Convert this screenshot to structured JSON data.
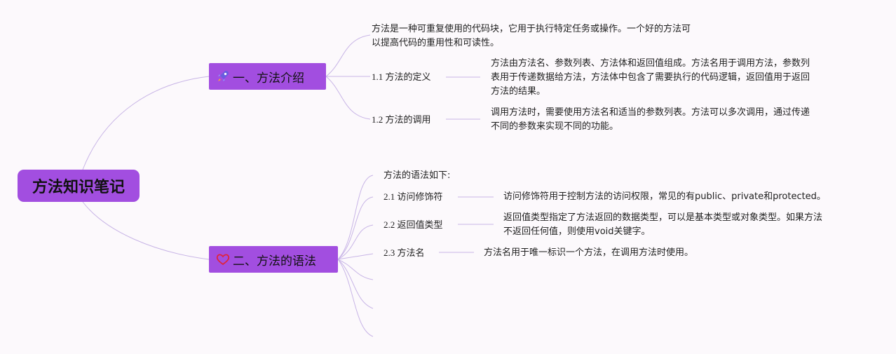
{
  "colors": {
    "accent": "#a24ee0",
    "line": "#c8b5e6",
    "background": "#fcf9fc"
  },
  "root": {
    "title": "方法知识笔记"
  },
  "branch1": {
    "title": "一、方法介绍",
    "icon": "rocket-icon",
    "intro_line1": "方法是一种可重复使用的代码块，它用于执行特定任务或操作。一个好的方法可",
    "intro_line2": "以提高代码的重用性和可读性。",
    "children": [
      {
        "label": "1.1 方法的定义",
        "desc_lines": [
          "方法由方法名、参数列表、方法体和返回值组成。方法名用于调用方法，参数列",
          "表用于传递数据给方法，方法体中包含了需要执行的代码逻辑，返回值用于返回",
          "方法的结果。"
        ]
      },
      {
        "label": "1.2 方法的调用",
        "desc_lines": [
          "调用方法时，需要使用方法名和适当的参数列表。方法可以多次调用，通过传递",
          "不同的参数来实现不同的功能。"
        ]
      }
    ]
  },
  "branch2": {
    "title": "二、方法的语法",
    "icon": "heart-icon",
    "intro": "方法的语法如下:",
    "children": [
      {
        "label": "2.1 访问修饰符",
        "desc_lines": [
          "访问修饰符用于控制方法的访问权限，常见的有public、private和protected。"
        ]
      },
      {
        "label": "2.2 返回值类型",
        "desc_lines": [
          "返回值类型指定了方法返回的数据类型，可以是基本类型或对象类型。如果方法",
          "不返回任何值，则使用void关键字。"
        ]
      },
      {
        "label": "2.3 方法名",
        "desc_lines": [
          "方法名用于唯一标识一个方法，在调用方法时使用。"
        ]
      }
    ]
  }
}
